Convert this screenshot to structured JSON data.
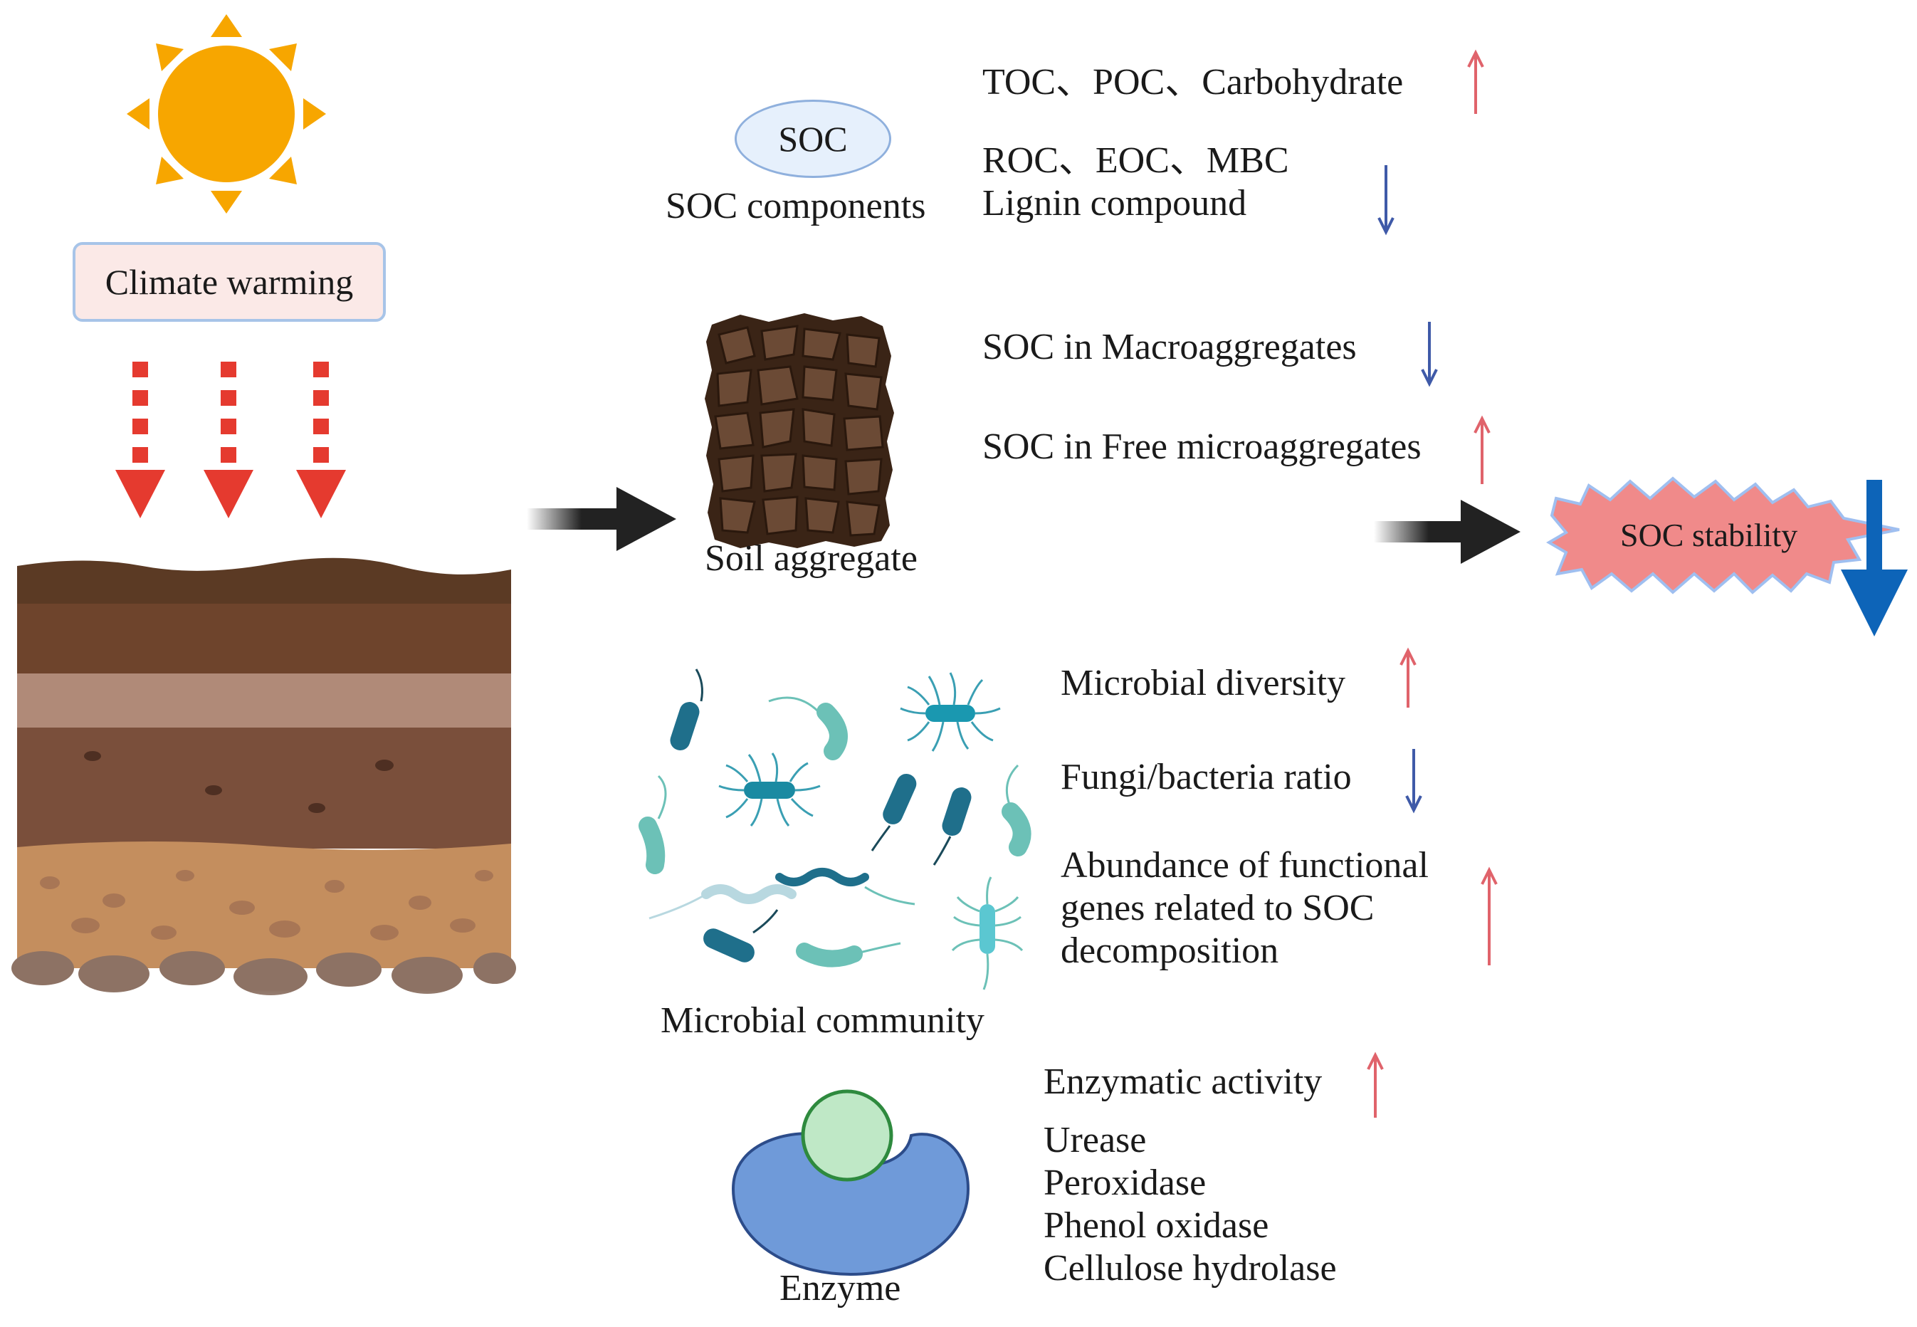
{
  "driver": {
    "label": "Climate warming"
  },
  "soc_components": {
    "badge": "SOC",
    "caption": "SOC components",
    "increase": "TOC、POC、Carbohydrate",
    "decrease_line1": "ROC、EOC、MBC",
    "decrease_line2": "Lignin compound"
  },
  "soil_aggregate": {
    "caption": "Soil aggregate",
    "decrease": "SOC in Macroaggregates",
    "increase": "SOC in Free microaggregates"
  },
  "outcome": {
    "label": "SOC stability"
  },
  "microbial": {
    "caption": "Microbial community",
    "diversity": "Microbial diversity",
    "ratio": "Fungi/bacteria ratio",
    "genes_line1": "Abundance of functional",
    "genes_line2": "genes related to SOC",
    "genes_line3": "decomposition"
  },
  "enzyme": {
    "caption": "Enzyme",
    "activity": "Enzymatic activity",
    "items": [
      "Urease",
      "Peroxidase",
      "Phenol oxidase",
      "Cellulose hydrolase"
    ]
  },
  "colors": {
    "increase_arrow": "#e0636b",
    "decrease_arrow": "#3f5aa8",
    "warming_arrow": "#e53a2f",
    "sun": "#f7a600",
    "stability_burst": "#f08a8a",
    "stability_down": "#0d64b8"
  }
}
